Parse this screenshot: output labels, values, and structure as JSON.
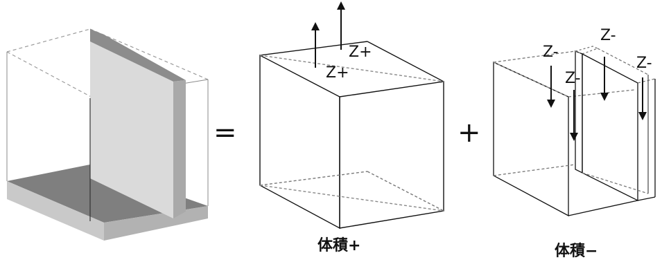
{
  "operators": {
    "equals": "=",
    "plus": "+"
  },
  "arrow_labels": {
    "z_plus_upper": "Z+",
    "z_plus_lower": "Z+",
    "z_minus_1": "Z-",
    "z_minus_2": "Z-",
    "z_minus_3": "Z-",
    "z_minus_4": "Z-"
  },
  "captions": {
    "volume_plus": "体積+",
    "volume_minus": "体積−"
  },
  "colors": {
    "line": "#111111",
    "dashed_edge": "#9a9a9a",
    "slab_light": "#cfcfcf",
    "slab_dark": "#7f7f7f",
    "wall_face": "#d8d8d8",
    "base_side": "#bdbdbd"
  }
}
